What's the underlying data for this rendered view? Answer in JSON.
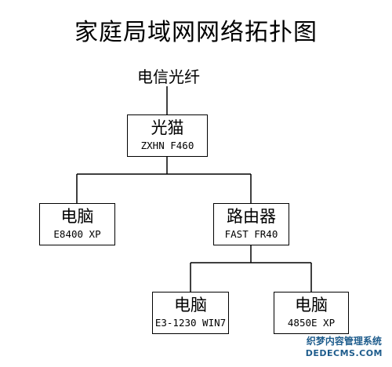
{
  "title": "家庭局域网网络拓扑图",
  "source": "电信光纤",
  "modem": {
    "name": "光猫",
    "model": "ZXHN F460"
  },
  "pc_left": {
    "name": "电脑",
    "model": "E8400 XP"
  },
  "router": {
    "name": "路由器",
    "model": "FAST FR40"
  },
  "pc_bottom_left": {
    "name": "电脑",
    "model": "E3-1230 WIN7"
  },
  "pc_bottom_right": {
    "name": "电脑",
    "model": "4850E XP"
  },
  "watermark": {
    "cn": "织梦内容管理系统",
    "en": "DEDECMS.COM"
  }
}
